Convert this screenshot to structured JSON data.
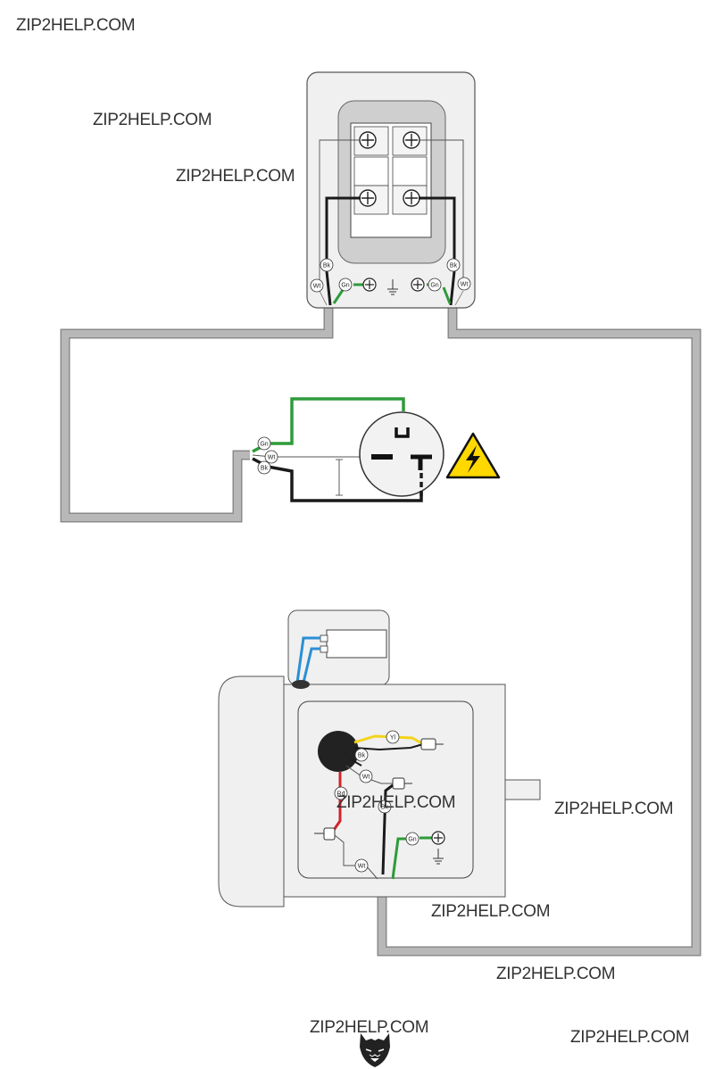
{
  "watermarks": [
    "ZIP2HELP.COM",
    "ZIP2HELP.COM",
    "ZIP2HELP.COM",
    "ZIP2HELP.COM",
    "ZIP2HELP.COM",
    "ZIP2HELP.COM",
    "ZIP2HELP.COM",
    "ZIP2HELP.COM",
    "ZIP2HELP.COM"
  ],
  "switch_box": {
    "wire_labels": {
      "bk_left": "Bk",
      "bk_right": "Bk",
      "wt_left": "Wt",
      "wt_right": "Wt",
      "gn_left": "Gn",
      "gn_right": "Gn"
    }
  },
  "plug": {
    "wire_labels": {
      "gn": "Gn",
      "wt": "Wt",
      "bk": "Bk"
    }
  },
  "motor": {
    "wire_labels": {
      "yl": "Yl",
      "bk_upper": "Bk",
      "wt_upper": "Wt",
      "rd": "Rd",
      "bk_lower": "Bk",
      "gn": "Gn",
      "wt_lower": "Wt"
    }
  },
  "colors": {
    "cord": "#b8b8b8",
    "panel": "#f0f0f0",
    "panel_stroke": "#555555",
    "wire_black": "#1a1a1a",
    "wire_green": "#2e9b3a",
    "wire_red": "#d2232a",
    "wire_yellow": "#f2d41c",
    "wire_blue": "#2b8fd6",
    "warning": "#ffd800"
  },
  "icons": [
    "ground-icon",
    "high-voltage-warning-icon",
    "wolf-head-logo-icon"
  ]
}
